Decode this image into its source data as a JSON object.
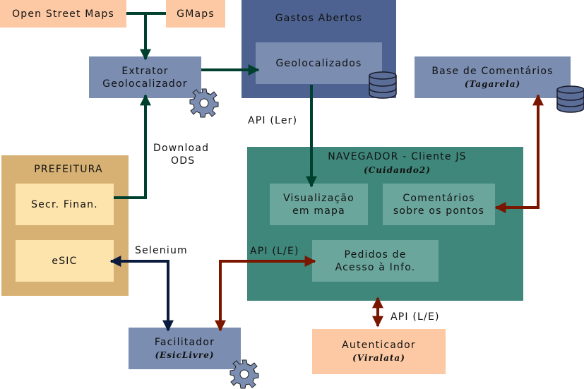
{
  "sources": {
    "osm": "Open Street Maps",
    "gmaps": "GMaps"
  },
  "extrator": {
    "line1": "Extrator",
    "line2": "Geolocalizador"
  },
  "gastos": {
    "title": "Gastos Abertos",
    "inner": "Geolocalizados"
  },
  "base": {
    "line1": "Base de Comentários",
    "sub": "(Tagarela)"
  },
  "prefeitura": {
    "title": "PREFEITURA",
    "secr": "Secr. Finan.",
    "esic": "eSIC"
  },
  "navegador": {
    "title": "NAVEGADOR - Cliente JS",
    "sub": "(Cuidando2)",
    "vis_line1": "Visualização",
    "vis_line2": "em mapa",
    "com_line1": "Comentários",
    "com_line2": "sobre os pontos",
    "ped_line1": "Pedidos de",
    "ped_line2": "Acesso à Info."
  },
  "facilitador": {
    "line1": "Facilitador",
    "sub": "(EsicLivre)"
  },
  "autenticador": {
    "line1": "Autenticador",
    "sub": "(Viralata)"
  },
  "edge_labels": {
    "api_ler": "API (Ler)",
    "download_line1": "Download",
    "download_line2": "ODS",
    "selenium": "Selenium",
    "api_le_1": "API (L/E)",
    "api_le_2": "API (L/E)"
  },
  "colors": {
    "peach": "#fdc9a4",
    "slate": "#7b8db0",
    "slate_dark": "#4d6290",
    "gold": "#d7b173",
    "cream": "#fde3ac",
    "teal": "#3f877a",
    "teal_light": "#6aa69c",
    "arrow_green": "#00402e",
    "arrow_red": "#7a1500",
    "arrow_navy": "#0a1a3c"
  },
  "icons": [
    "gear-icon",
    "database-icon"
  ]
}
